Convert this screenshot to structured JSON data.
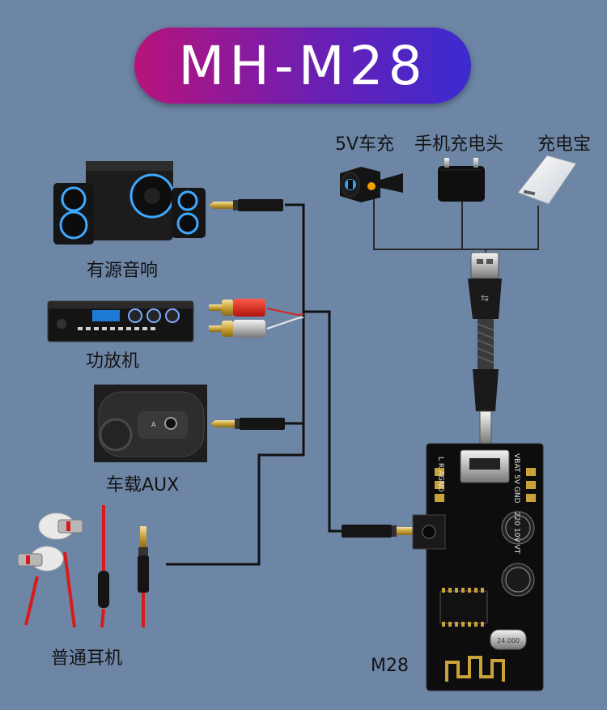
{
  "title": "MH-M28",
  "power_sources": [
    {
      "label": "5V车充",
      "icon": "car-charger-icon"
    },
    {
      "label": "手机充电头",
      "icon": "phone-charger-icon"
    },
    {
      "label": "充电宝",
      "icon": "power-bank-icon"
    }
  ],
  "outputs": [
    {
      "label": "有源音响",
      "icon": "speakers-icon"
    },
    {
      "label": "功放机",
      "icon": "amplifier-icon"
    },
    {
      "label": "车载AUX",
      "icon": "car-aux-icon"
    },
    {
      "label": "普通耳机",
      "icon": "earphones-icon"
    }
  ],
  "board": {
    "label": "M28",
    "pin_labels_left": "L R AGND",
    "pin_labels_right": "VBAT 5V GND",
    "cap_text": "220 10V VT",
    "crystal_text": "24.000"
  },
  "colors": {
    "background": "#6d86a6",
    "title_gradient_start": "#b8137a",
    "title_gradient_end": "#3b2bd0",
    "wire": "#111111"
  }
}
